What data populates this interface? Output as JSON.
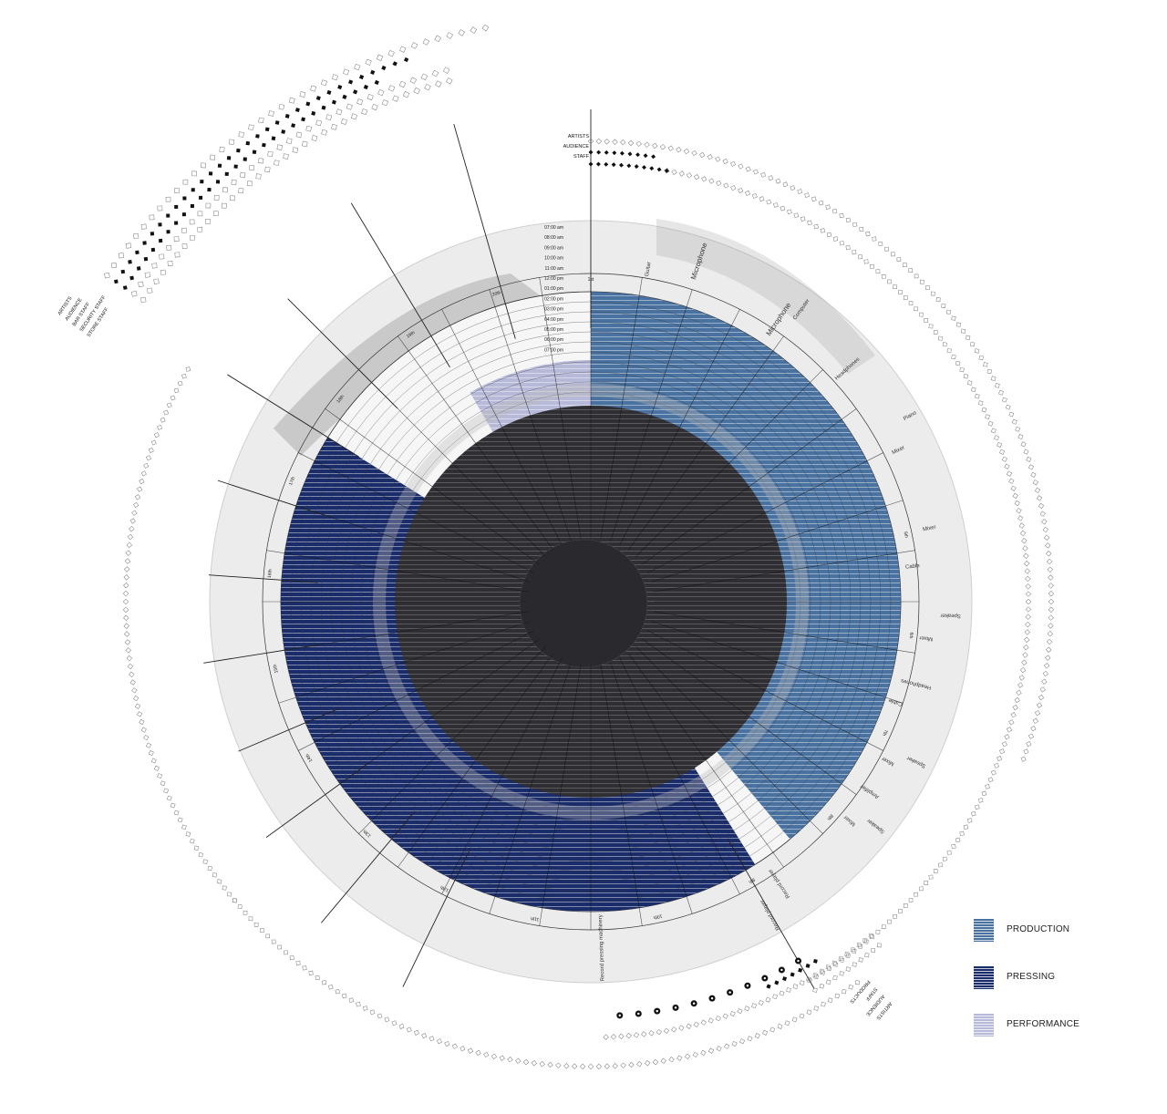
{
  "colors": {
    "production": "#4a72a0",
    "pressing": "#1b2c6a",
    "performance": "#b7b9d8",
    "core": "#2a2a2e",
    "ring": "#ededed",
    "line": "#222222"
  },
  "time_labels": [
    "07:00 am",
    "08:00 am",
    "09:00 am",
    "10:00 am",
    "11:00 am",
    "12:00 pm",
    "01:00 pm",
    "02:00 pm",
    "03:00 pm",
    "04:00 pm",
    "05:00 pm",
    "06:00 pm",
    "07:00 pm"
  ],
  "sector_labels": [
    "1st",
    "20th",
    "19th",
    "18th",
    "17th",
    "16th",
    "15th",
    "14th",
    "13th",
    "12th",
    "11th",
    "10th",
    "9th",
    "8th",
    "7th",
    "6th",
    "5th"
  ],
  "equipment_labels": [
    "Microphone",
    "Guitar",
    "Computer",
    "Microphone",
    "Headphones",
    "Piano",
    "Mixer",
    "Mixer",
    "Cable",
    "Speaker",
    "Mixer",
    "Headphones",
    "Cable",
    "Speaker",
    "Mixer",
    "Amplifier",
    "Speaker",
    "Mixer",
    "Record player",
    "Record player",
    "Record pressing machinery"
  ],
  "top_left_arc_labels": [
    "ARTISTS",
    "AUDIENCE",
    "BAR STAFF",
    "SECURITY STAFF",
    "STORE STAFF"
  ],
  "top_right_arc_labels": [
    "ARTISTS",
    "AUDIENCE",
    "STAFF"
  ],
  "bottom_arc_labels": [
    "PRODUCTS",
    "STAFF",
    "AUDIENCE",
    "ARTISTS"
  ],
  "legend": [
    {
      "label": "PRODUCTION",
      "color": "#4a72a0"
    },
    {
      "label": "PRESSING",
      "color": "#1b2c6a"
    },
    {
      "label": "PERFORMANCE",
      "color": "#b7b9d8"
    }
  ]
}
